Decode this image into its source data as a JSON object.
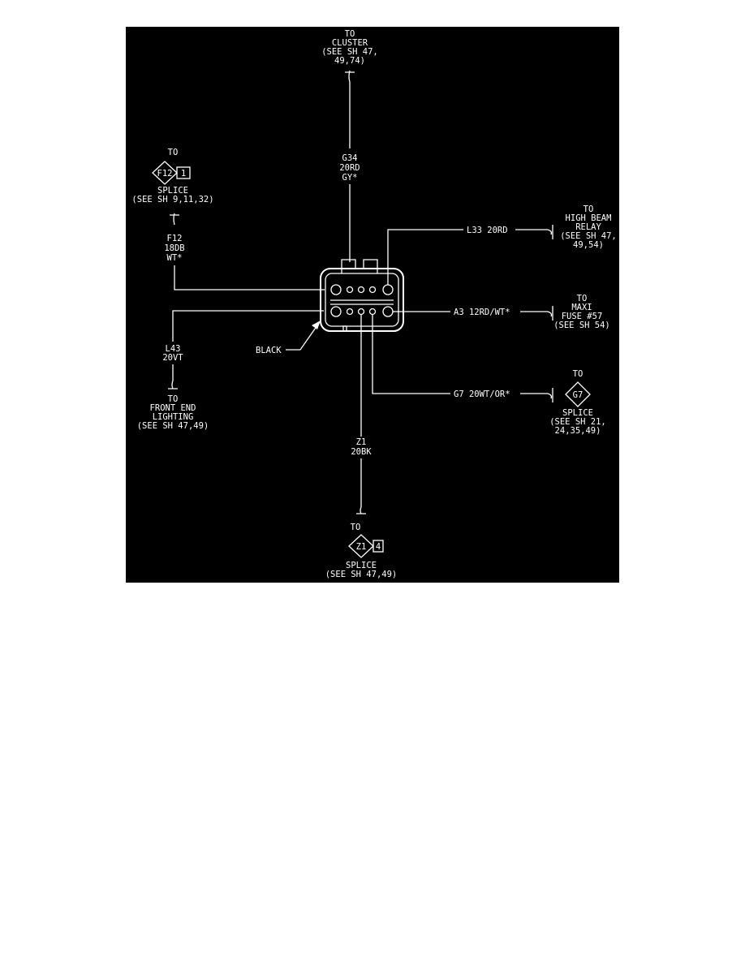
{
  "colors": {
    "background": "#000000",
    "ink": "#ffffff",
    "page": "#ffffff"
  },
  "top": {
    "dest": [
      "TO",
      "CLUSTER",
      "(SEE SH 47,",
      "49,74)"
    ],
    "wire": [
      "G34",
      "20RD",
      "GY*"
    ]
  },
  "top_left": {
    "to": "TO",
    "splice_id": "F12",
    "splice_pin": "1",
    "dest": [
      "SPLICE",
      "(SEE SH 9,11,32)"
    ],
    "wire": [
      "F12",
      "18DB",
      "WT*"
    ]
  },
  "left": {
    "wire": [
      "L43",
      "20VT"
    ],
    "dest": [
      "TO",
      "FRONT END",
      "LIGHTING",
      "(SEE SH 47,49)"
    ]
  },
  "connector": {
    "color_label": "BLACK"
  },
  "right_top": {
    "wire": "L33 20RD",
    "dest": [
      "TO",
      "HIGH BEAM",
      "RELAY",
      "(SEE SH 47,",
      "49,54)"
    ]
  },
  "right_mid": {
    "wire": "A3 12RD/WT*",
    "dest": [
      "TO",
      "MAXI",
      "FUSE #57",
      "(SEE SH 54)"
    ]
  },
  "right_bottom": {
    "wire": "G7 20WT/OR*",
    "to": "TO",
    "splice_id": "G7",
    "dest": [
      "SPLICE",
      "(SEE SH 21,",
      "24,35,49)"
    ]
  },
  "bottom": {
    "wire": [
      "Z1",
      "20BK"
    ],
    "to": "TO",
    "splice_id": "Z1",
    "splice_pin": "4",
    "dest": [
      "SPLICE",
      "(SEE SH 47,49)"
    ]
  }
}
